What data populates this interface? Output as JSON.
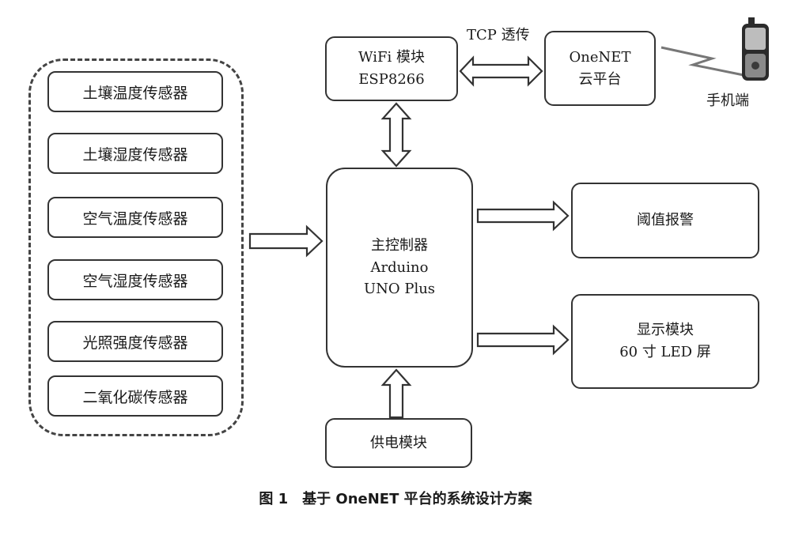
{
  "sensors": [
    "土壤温度传感器",
    "土壤湿度传感器",
    "空气温度传感器",
    "空气湿度传感器",
    "光照强度传感器",
    "二氧化碳传感器"
  ],
  "wifi": {
    "line1": "WiFi 模块",
    "line2": "ESP8266"
  },
  "cloud": {
    "line1": "OneNET",
    "line2": "云平台"
  },
  "tcp_label": "TCP 透传",
  "phone_label": "手机端",
  "controller": {
    "line1": "主控制器",
    "line2": "Arduino",
    "line3": "UNO Plus"
  },
  "alarm": "阈值报警",
  "display": {
    "line1": "显示模块",
    "line2": "60 寸 LED 屏"
  },
  "power": "供电模块",
  "caption": "图 1　基于 OneNET 平台的系统设计方案"
}
